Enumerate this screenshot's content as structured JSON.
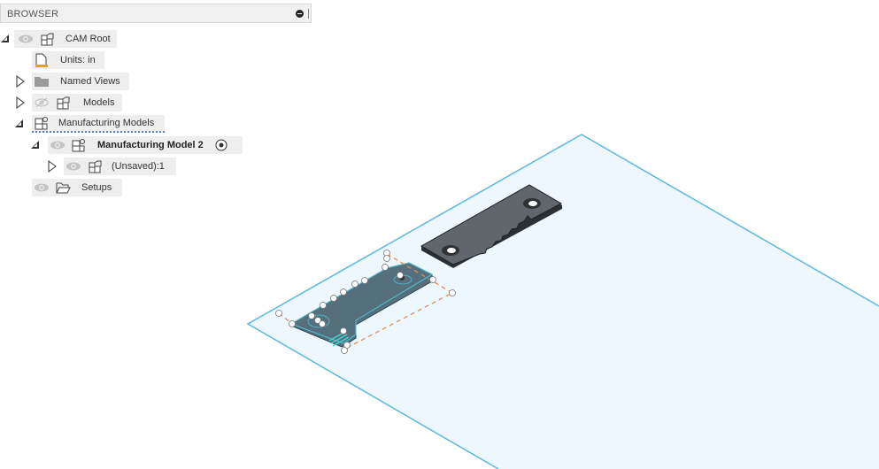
{
  "browser": {
    "title": "BROWSER",
    "collapse_icon": "minus-circle-icon",
    "items": [
      {
        "label": "CAM Root",
        "expanded": true,
        "icon": "component-icon",
        "visibility": "eye-icon"
      },
      {
        "label": "Units: in",
        "icon": "units-document-icon"
      },
      {
        "label": "Named Views",
        "expanded": false,
        "icon": "folder-icon"
      },
      {
        "label": "Models",
        "expanded": false,
        "icon": "component-icon",
        "visibility": "eye-hidden-icon"
      },
      {
        "label": "Manufacturing Models",
        "expanded": true,
        "icon": "manufacturing-model-icon"
      },
      {
        "label": "Manufacturing Model 2",
        "expanded": true,
        "icon": "manufacturing-model-icon",
        "visibility": "eye-icon",
        "active": true
      },
      {
        "label": "(Unsaved):1",
        "expanded": false,
        "icon": "component-icon",
        "visibility": "eye-icon"
      },
      {
        "label": "Setups",
        "icon": "open-folder-icon",
        "visibility": "eye-icon"
      }
    ]
  },
  "viewport": {
    "plane_color": "#eef7fd",
    "plane_edge_color": "#5bb8e0",
    "part_color": "#5a6066",
    "selected_part_color": "#55707c",
    "selection_highlight": "#3fd6d0",
    "dimension_color": "#e08a4c"
  }
}
